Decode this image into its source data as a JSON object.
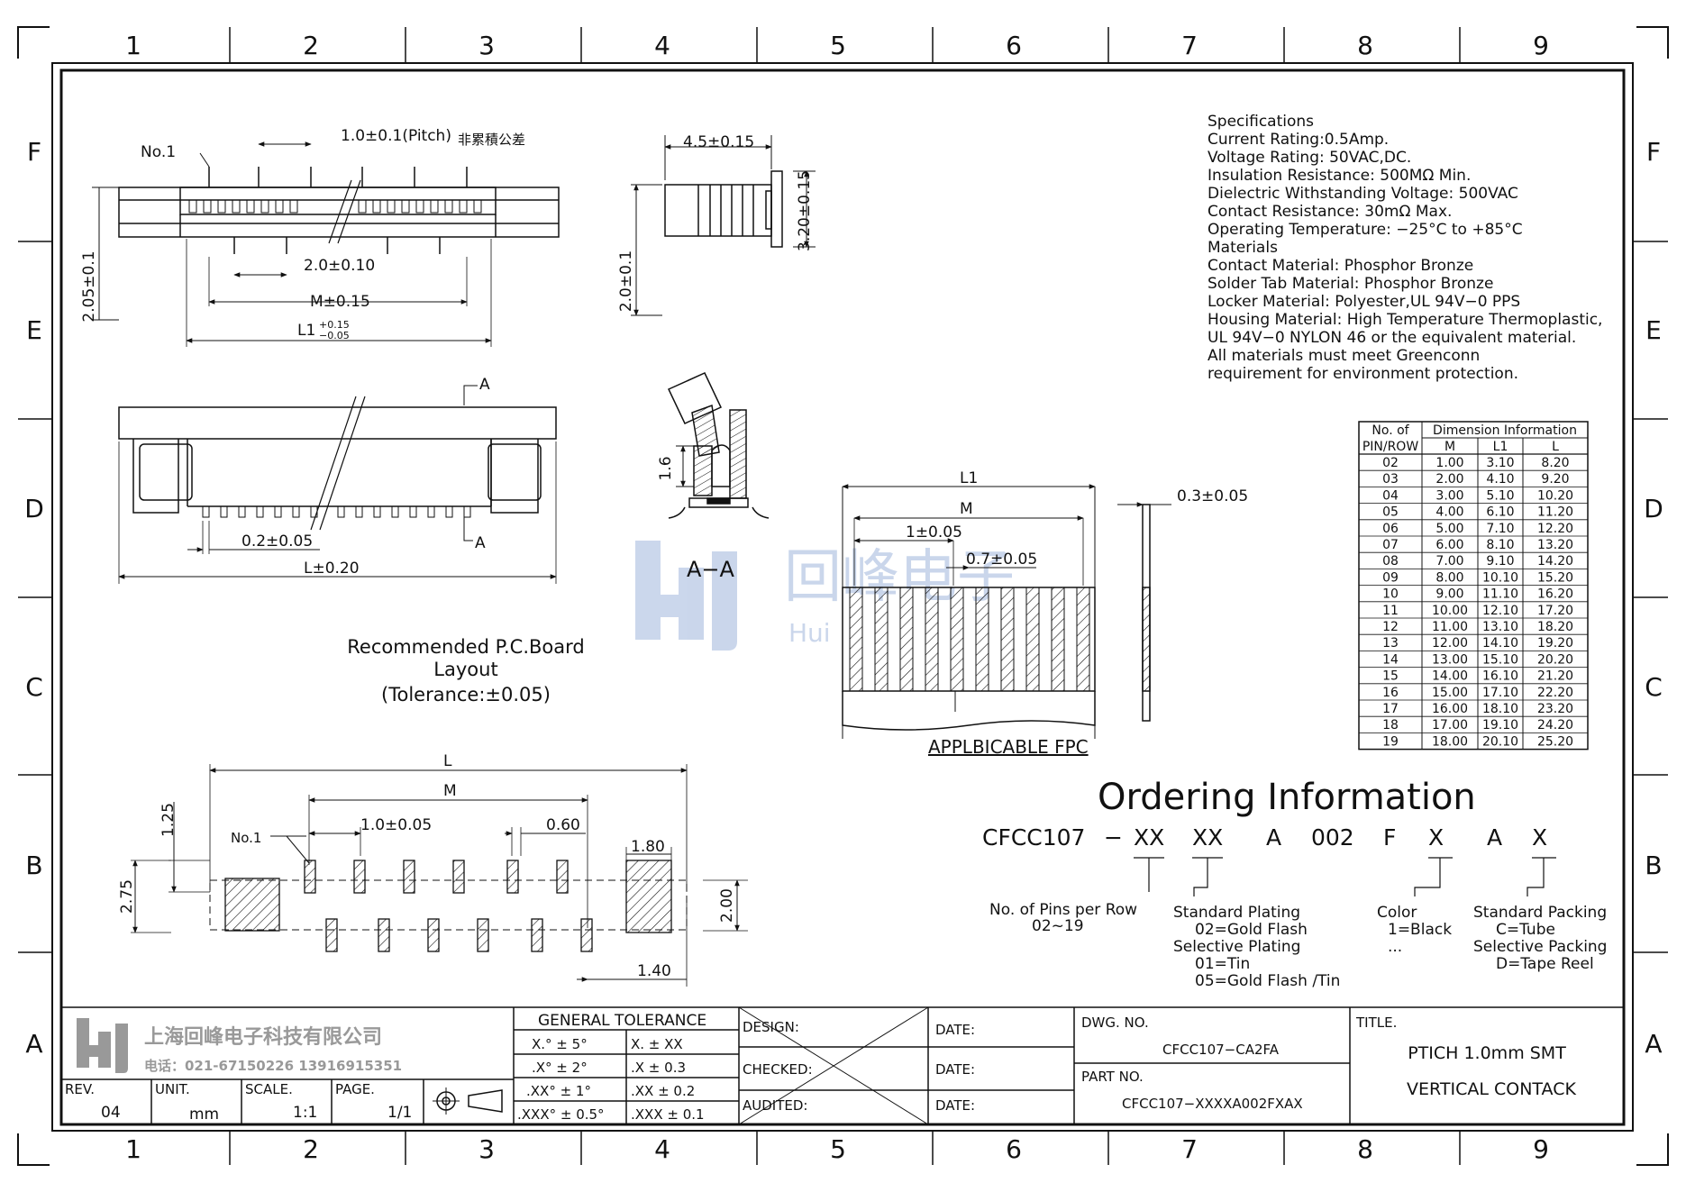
{
  "frame": {
    "columns": [
      "1",
      "2",
      "3",
      "4",
      "5",
      "6",
      "7",
      "8",
      "9"
    ],
    "rows": [
      "F",
      "E",
      "D",
      "C",
      "B",
      "A"
    ]
  },
  "specifications": [
    "Specifications",
    "Current  Rating:0.5Amp.",
    "Voltage  Rating:  50VAC,DC.",
    "Insulation  Resistance:  500MΩ  Min.",
    "Dielectric  Withstanding  Voltage:  500VAC",
    "Contact  Resistance:  30mΩ  Max.",
    "Operating  Temperature:  −25°C  to  +85°C",
    "Materials",
    "Contact  Material:  Phosphor  Bronze",
    "Solder  Tab  Material:  Phosphor  Bronze",
    "Locker  Material:  Polyester,UL  94V−0  PPS",
    "Housing  Material:  High  Temperature  Thermoplastic,",
    "UL  94V−0  NYLON  46  or  the  equivalent  material.",
    "All  materials  must  meet  Greenconn",
    "requirement  for  environment  protection."
  ],
  "dimension_table": {
    "header_col1": [
      "No.  of",
      "PIN/ROW"
    ],
    "header_group": "Dimension  Information",
    "header_cols": [
      "M",
      "L1",
      "L"
    ],
    "rows": [
      [
        "02",
        "1.00",
        "3.10",
        "8.20"
      ],
      [
        "03",
        "2.00",
        "4.10",
        "9.20"
      ],
      [
        "04",
        "3.00",
        "5.10",
        "10.20"
      ],
      [
        "05",
        "4.00",
        "6.10",
        "11.20"
      ],
      [
        "06",
        "5.00",
        "7.10",
        "12.20"
      ],
      [
        "07",
        "6.00",
        "8.10",
        "13.20"
      ],
      [
        "08",
        "7.00",
        "9.10",
        "14.20"
      ],
      [
        "09",
        "8.00",
        "10.10",
        "15.20"
      ],
      [
        "10",
        "9.00",
        "11.10",
        "16.20"
      ],
      [
        "11",
        "10.00",
        "12.10",
        "17.20"
      ],
      [
        "12",
        "11.00",
        "13.10",
        "18.20"
      ],
      [
        "13",
        "12.00",
        "14.10",
        "19.20"
      ],
      [
        "14",
        "13.00",
        "15.10",
        "20.20"
      ],
      [
        "15",
        "14.00",
        "16.10",
        "21.20"
      ],
      [
        "16",
        "15.00",
        "17.10",
        "22.20"
      ],
      [
        "17",
        "16.00",
        "18.10",
        "23.20"
      ],
      [
        "18",
        "17.00",
        "19.10",
        "24.20"
      ],
      [
        "19",
        "18.00",
        "20.10",
        "25.20"
      ]
    ]
  },
  "front_view": {
    "no1": "No.1",
    "pitch": "1.0±0.1(Pitch)",
    "pitch_note": "非累積公差",
    "height": "2.05±0.1",
    "pin_spacing": "2.0±0.10",
    "m": "M±0.15",
    "l1": "L1",
    "l1_tol_plus": "+0.15",
    "l1_tol_minus": "−0.05"
  },
  "side_view": {
    "width": "4.5±0.15",
    "height": "3.20±0.15",
    "base": "2.0±0.1"
  },
  "top_view": {
    "section_mark": "A",
    "offset": "0.2±0.05",
    "length": "L±0.20"
  },
  "section_view": {
    "dim": "1.6",
    "label": "A−A"
  },
  "pcb_layout": {
    "title_lines": [
      "Recommended  P.C.Board",
      "Layout",
      "(Tolerance:±0.05)"
    ],
    "l": "L",
    "m": "M",
    "no1": "No.1",
    "pitch": "1.0±0.05",
    "pad_width": "0.60",
    "tab_width": "1.80",
    "h1": "1.25",
    "h2": "2.75",
    "h3": "2.00",
    "h4": "1.40"
  },
  "fpc": {
    "l1": "L1",
    "m": "M",
    "pitch": "1±0.05",
    "lead": "0.7±0.05",
    "thickness": "0.3±0.05",
    "caption": "APPLBICABLE  FPC"
  },
  "ordering": {
    "title": "Ordering  Information",
    "code_parts": [
      "CFCC107",
      "−",
      "XX",
      "XX",
      "A",
      "002",
      "F",
      "X",
      "A",
      "X"
    ],
    "pins_lines": [
      "No.  of  Pins  per  Row",
      "02~19"
    ],
    "plating_lines": [
      "Standard  Plating",
      "02=Gold  Flash",
      "Selective  Plating",
      "01=Tin",
      "05=Gold  Flash  /Tin"
    ],
    "color_lines": [
      "Color",
      "1=Black",
      "..."
    ],
    "packing_lines": [
      "Standard  Packing",
      "C=Tube",
      "Selective  Packing",
      "D=Tape  Reel"
    ]
  },
  "watermark": {
    "chinese": "回峰电子",
    "latin": "Hui"
  },
  "title_block": {
    "company": "上海回峰电子科技有限公司",
    "phone": "电话：021-67150226  13916915351",
    "rev_label": "REV.",
    "rev": "04",
    "unit_label": "UNIT.",
    "unit": "mm",
    "scale_label": "SCALE.",
    "scale": "1:1",
    "page_label": "PAGE.",
    "page": "1/1",
    "tolerance_title": "GENERAL  TOLERANCE",
    "tolerance_rows": [
      [
        "X.°  ±  5°",
        "X.     ±  XX"
      ],
      [
        ".X°  ±  2°",
        ".X     ±  0.3"
      ],
      [
        ".XX°  ±  1°",
        ".XX    ±  0.2"
      ],
      [
        ".XXX°  ±  0.5°",
        ".XXX   ±  0.1"
      ]
    ],
    "design": "DESIGN:",
    "checked": "CHECKED:",
    "audited": "AUDITED:",
    "date": "DATE:",
    "dwg_label": "DWG.  NO.",
    "dwg_no": "CFCC107−CA2FA",
    "part_label": "PART  NO.",
    "part_no": "CFCC107−XXXXA002FXAX",
    "title_label": "TITLE.",
    "title_lines": [
      "PTICH  1.0mm  SMT",
      "VERTICAL  CONTACK"
    ]
  }
}
